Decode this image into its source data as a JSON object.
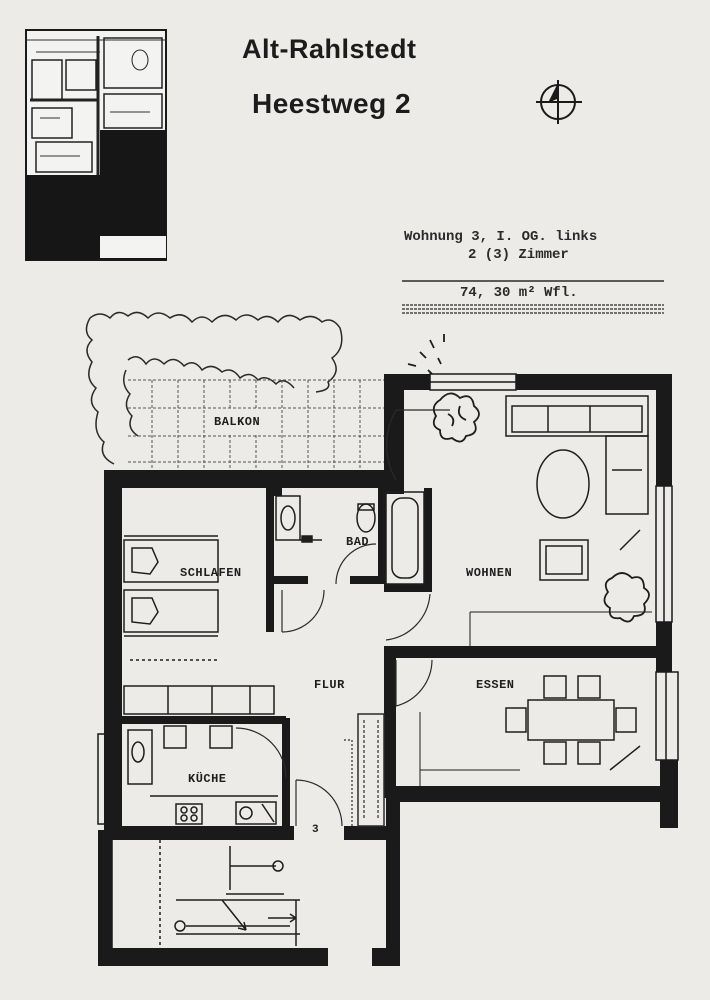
{
  "header": {
    "title_line1": "Alt-Rahlstedt",
    "title_line2": "Heestweg 2"
  },
  "info": {
    "unit": "Wohnung 3, I. OG. links",
    "rooms": "2 (3) Zimmer",
    "area": "74, 30 m² Wfl."
  },
  "rooms": {
    "balkon": "BALKON",
    "bad": "BAD",
    "schlafen": "SCHLAFEN",
    "wohnen": "WOHNEN",
    "flur": "FLUR",
    "essen": "ESSEN",
    "kueche": "KÜCHE",
    "stair_number": "3"
  },
  "colors": {
    "paper": "#ecebe8",
    "wall": "#1a1a1a",
    "line": "#2b2b2b"
  },
  "icons": [
    "compass-north-icon",
    "site-plan-thumbnail",
    "tree-outline-icon",
    "plant-icon"
  ]
}
